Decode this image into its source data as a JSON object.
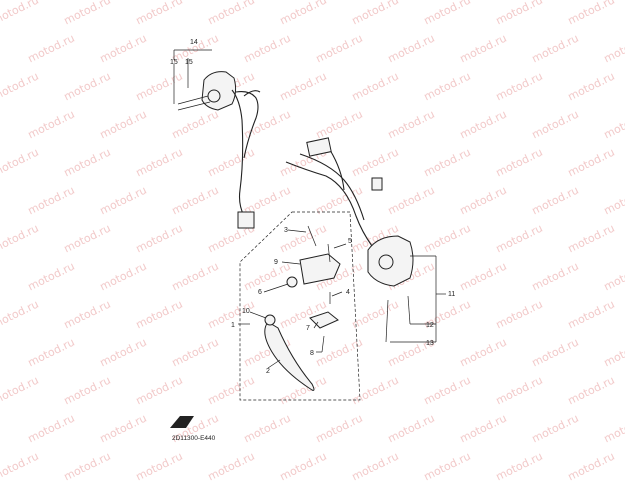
{
  "watermark": "motod.ru",
  "callouts": {
    "c1": "1",
    "c2": "2",
    "c3": "3",
    "c4": "4",
    "c5": "5",
    "c6": "6",
    "c7": "7",
    "c8": "8",
    "c9": "9",
    "c10": "10",
    "c11": "11",
    "c12": "12",
    "c13": "13",
    "c14": "14",
    "c15a": "15",
    "c15b": "15"
  },
  "diagram_code": "2D11300-E440",
  "icons": {
    "front_arrow": "front-arrow-icon"
  },
  "colors": {
    "line": "#222222",
    "watermark": "#f2c9c9"
  }
}
